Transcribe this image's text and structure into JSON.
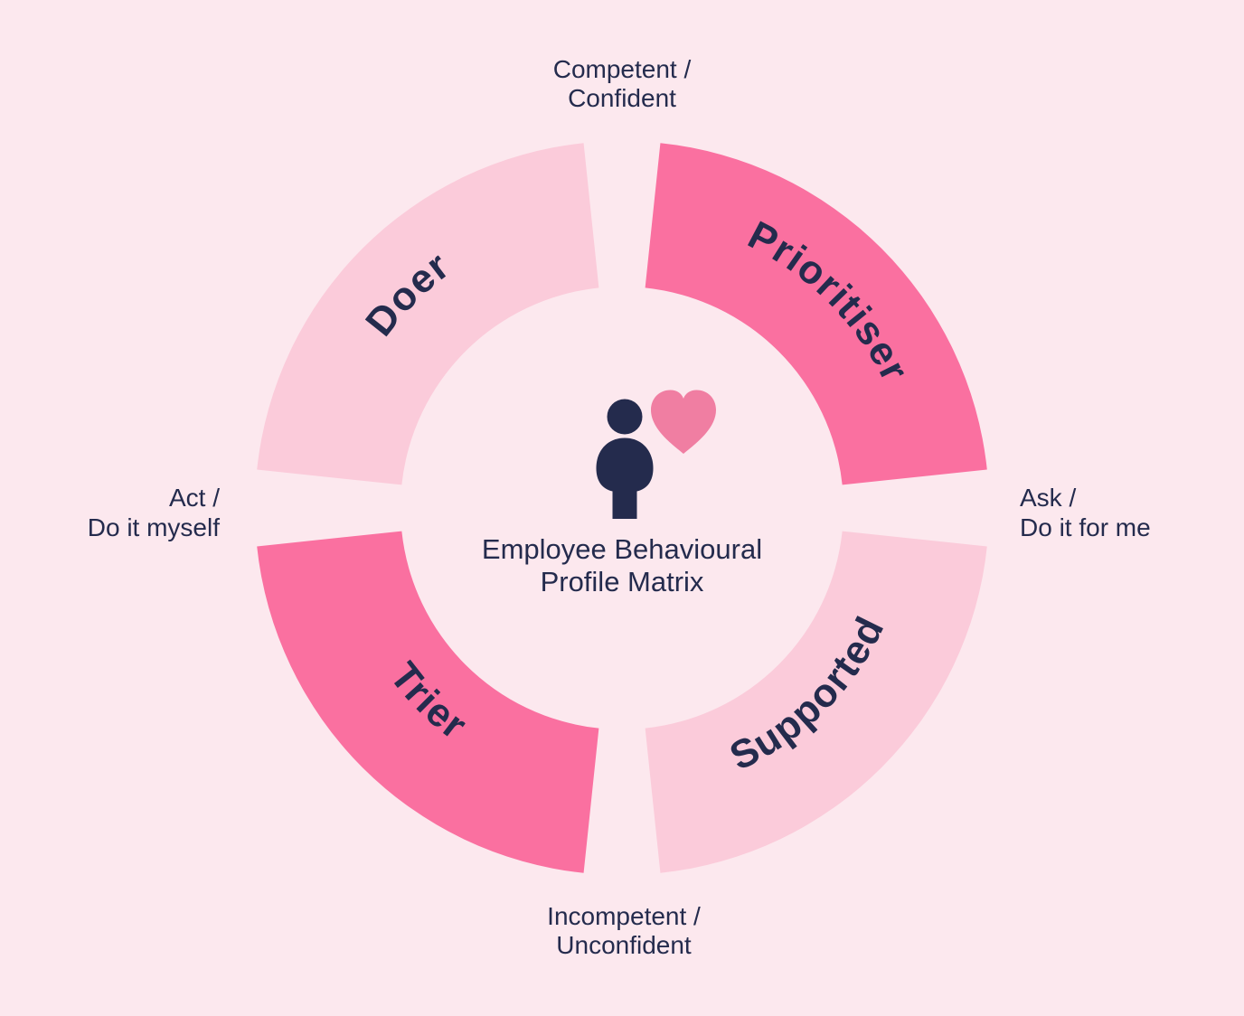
{
  "diagram": {
    "center": {
      "title_line1": "Employee Behavioural",
      "title_line2": "Profile Matrix"
    },
    "segments": {
      "doer": {
        "label": "Doer",
        "color": "#FBCBDA"
      },
      "prioritiser": {
        "label": "Prioritiser",
        "color": "#FA70A0"
      },
      "trier": {
        "label": "Trier",
        "color": "#FA70A0"
      },
      "supported": {
        "label": "Supported",
        "color": "#FBCBDA"
      }
    },
    "axis_labels": {
      "top": {
        "line1": "Competent /",
        "line2": "Confident"
      },
      "bottom": {
        "line1": "Incompetent /",
        "line2": "Unconfident"
      },
      "left": {
        "line1": "Act /",
        "line2": "Do it myself"
      },
      "right": {
        "line1": "Ask /",
        "line2": "Do it for me"
      }
    },
    "icons": {
      "person": "person-icon",
      "heart": "heart-icon"
    },
    "colors": {
      "background": "#FCE8EE",
      "segment_light": "#FBCBDA",
      "segment_bright": "#FA70A0",
      "heart": "#F07EA2",
      "ink": "#242B4D"
    }
  }
}
